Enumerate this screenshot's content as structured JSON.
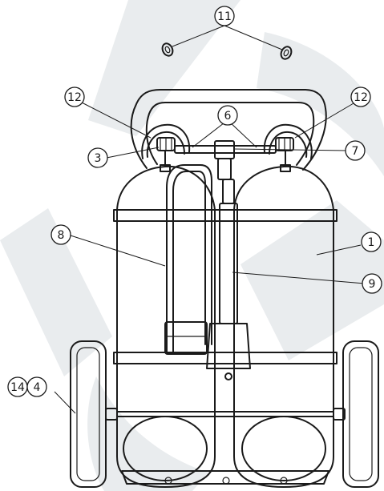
{
  "callouts": {
    "c11": "11",
    "c12_left": "12",
    "c12_right": "12",
    "c6": "6",
    "c3": "3",
    "c7": "7",
    "c8": "8",
    "c1": "1",
    "c9": "9",
    "c14": "14",
    "c4": "4"
  },
  "colors": {
    "line": "#1a1a1a",
    "watermark": "#e9ecee",
    "background": "#ffffff"
  }
}
